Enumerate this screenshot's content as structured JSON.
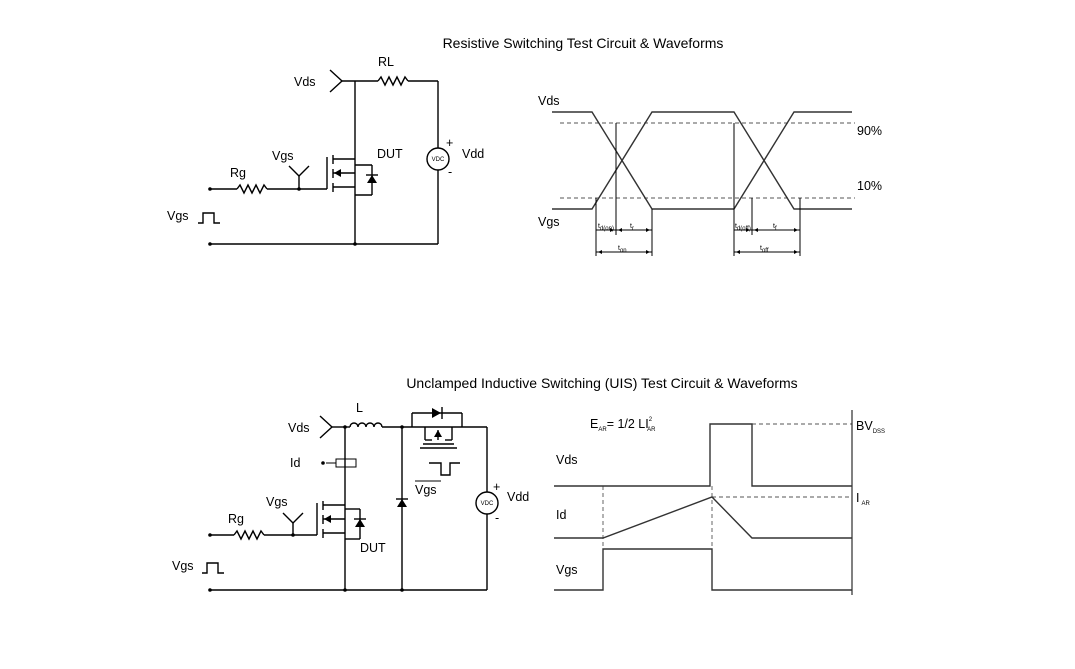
{
  "resistive": {
    "title": "Resistive Switching Test Circuit & Waveforms",
    "labels": {
      "vds": "Vds",
      "rl": "RL",
      "vgs_node": "Vgs",
      "dut": "DUT",
      "rg": "Rg",
      "vgs_source": "Vgs",
      "vdd": "Vdd",
      "vdc": "VDC",
      "plus": "+",
      "minus": "-"
    },
    "waveform": {
      "vds": "Vds",
      "vgs": "Vgs",
      "p90": "90%",
      "p10": "10%",
      "td_on": "t",
      "td_on_sub": "d(on)",
      "tr": "t",
      "tr_sub": "r",
      "ton": "t",
      "ton_sub": "on",
      "td_off": "t",
      "td_off_sub": "d(off)",
      "tf": "t",
      "tf_sub": "f",
      "toff": "t",
      "toff_sub": "off"
    }
  },
  "uis": {
    "title": "Unclamped Inductive Switching (UIS) Test Circuit & Waveforms",
    "labels": {
      "vds": "Vds",
      "l": "L",
      "id": "Id",
      "vgs_node": "Vgs",
      "dut": "DUT",
      "rg": "Rg",
      "vgs_source": "Vgs",
      "vgs_bar": "Vgs",
      "vdd": "Vdd",
      "vdc": "VDC",
      "plus": "+",
      "minus": "-"
    },
    "waveform": {
      "energy_e": "E",
      "energy_e_sub": "AR",
      "energy_mid": "= 1/2 LI",
      "energy_sup": "2",
      "energy_i_sub": "AR",
      "bv": "BV",
      "bv_sub": "DSS",
      "iar": "I",
      "iar_sub": "AR",
      "vds": "Vds",
      "id": "Id",
      "vgs": "Vgs"
    }
  }
}
